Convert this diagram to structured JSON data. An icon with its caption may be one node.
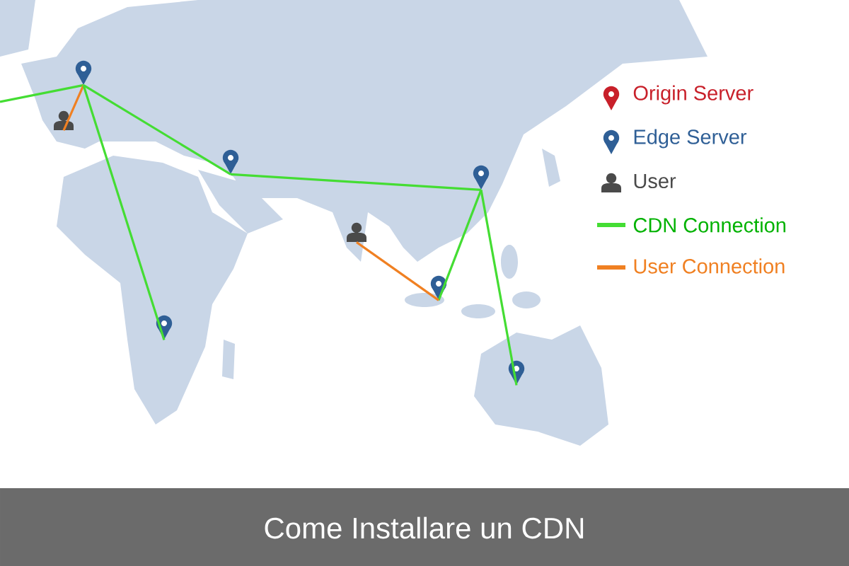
{
  "diagram": {
    "title": "Come Installare un CDN",
    "nodes": [
      {
        "text": [],
        "shape": "pin"
      },
      {
        "text": [],
        "shape": "person"
      },
      {
        "text": [],
        "shape": "pin"
      },
      {
        "text": [],
        "shape": "pin"
      },
      {
        "text": [],
        "shape": "pin"
      },
      {
        "text": [],
        "shape": "person"
      },
      {
        "text": [],
        "shape": "pin"
      },
      {
        "text": [],
        "shape": "pin"
      }
    ],
    "edges": [
      {
        "from": null,
        "to": 0,
        "arrow": "none"
      },
      {
        "from": 0,
        "to": 1,
        "arrow": "none",
        "color": "#f08022"
      },
      {
        "from": 0,
        "to": 2,
        "arrow": "none"
      },
      {
        "from": 0,
        "to": 3,
        "arrow": "none"
      },
      {
        "from": 2,
        "to": 4,
        "arrow": "none"
      },
      {
        "from": 4,
        "to": 6,
        "arrow": "none"
      },
      {
        "from": 4,
        "to": 7,
        "arrow": "none"
      },
      {
        "from": 5,
        "to": 6,
        "arrow": "none",
        "color": "#f08022"
      }
    ],
    "legend": [
      {
        "text": "Origin Server"
      },
      {
        "text": "Edge Server"
      },
      {
        "text": "User"
      },
      {
        "text": "CDN Connection"
      },
      {
        "text": "User Connection"
      }
    ]
  }
}
